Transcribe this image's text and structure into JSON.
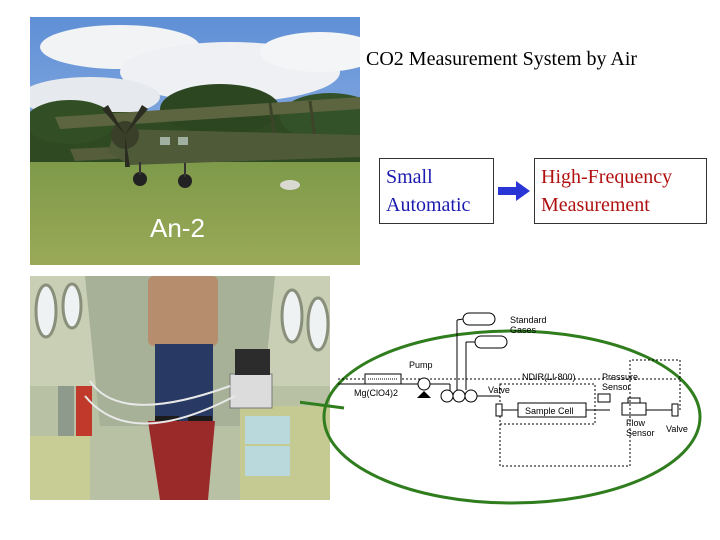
{
  "title": "CO2 Measurement System by Air",
  "flow": {
    "left_box": [
      "Small",
      "Automatic"
    ],
    "right_box": [
      "High-Frequency",
      "Measurement"
    ]
  },
  "photos": {
    "aircraft_label": "An-2"
  },
  "diagram": {
    "standard_gases": [
      "Standard",
      "Gases"
    ],
    "pump": "Pump",
    "ndir": "NDIR(LI-800)",
    "pressure_sensor": [
      "Pressure",
      "Sensor"
    ],
    "mg_clo4": "Mg(ClO4)2",
    "valve_left": "Valve",
    "sample_cell": "Sample Cell",
    "flow_sensor": [
      "Flow",
      "Sensor"
    ],
    "valve_right": "Valve"
  },
  "colors": {
    "left_box_text": "#1b1bb0",
    "right_box_text": "#b01010",
    "arrow": "#2a35d6",
    "ellipse": "#2f7d1d"
  }
}
